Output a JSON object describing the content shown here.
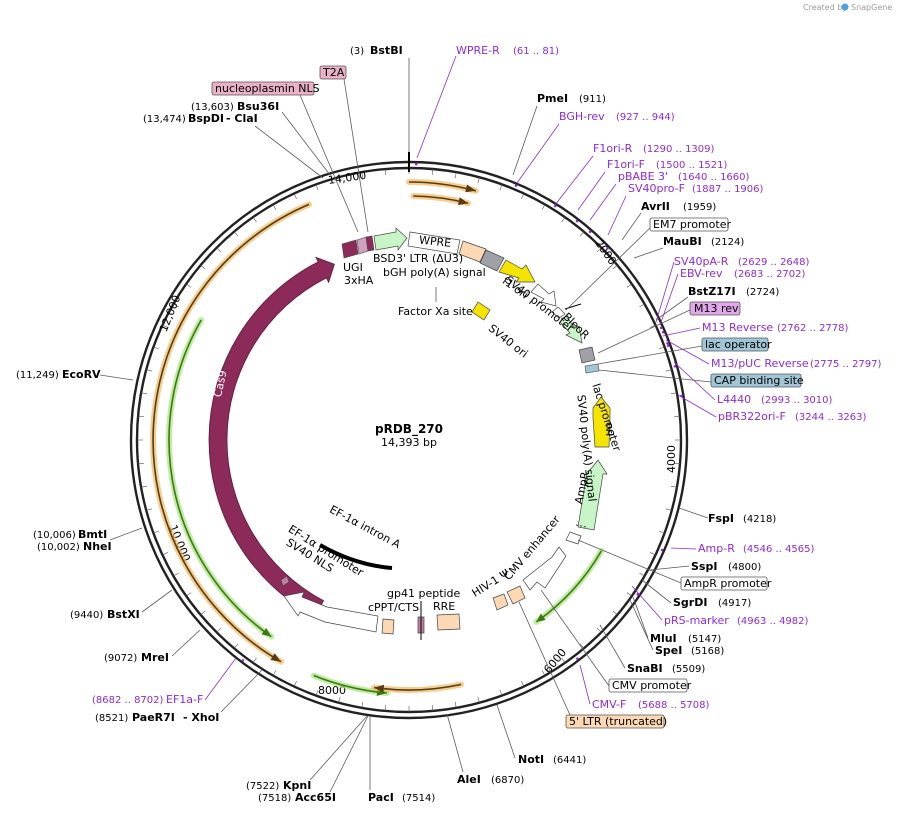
{
  "credit": {
    "prefix": "Created by",
    "brand": "SnapGene"
  },
  "plasmid": {
    "name": "pRDB_270",
    "size": "14,393 bp"
  },
  "colors": {
    "restriction": "#000000",
    "primer": "#8d2bd0",
    "cas9": "#8c2a5a",
    "orf_border": "#e8a33a",
    "ori": "#f5e400",
    "green_marker": "#c8f5c8",
    "promoter_fill": "#ffffff",
    "ltr": "#fcd8b4",
    "lac": "#9fc5d6",
    "m13": "#e0a8e8",
    "t2a": "#e9b0c8"
  },
  "ticks": [
    "14,000",
    "2000",
    "4000",
    "6000",
    "8000",
    "10,000",
    "12,000"
  ],
  "sites": [
    {
      "name": "BstBI",
      "coord": "(3)"
    },
    {
      "name": "PmeI",
      "coord": "(911)"
    },
    {
      "name": "AvrII",
      "coord": "(1959)"
    },
    {
      "name": "MauBI",
      "coord": "(2124)"
    },
    {
      "name": "BstZ17I",
      "coord": "(2724)"
    },
    {
      "name": "FspI",
      "coord": "(4218)"
    },
    {
      "name": "SspI",
      "coord": "(4800)"
    },
    {
      "name": "SgrDI",
      "coord": "(4917)"
    },
    {
      "name": "MluI",
      "coord": "(5147)"
    },
    {
      "name": "SpeI",
      "coord": "(5168)"
    },
    {
      "name": "SnaBI",
      "coord": "(5509)"
    },
    {
      "name": "NotI",
      "coord": "(6441)"
    },
    {
      "name": "AleI",
      "coord": "(6870)"
    },
    {
      "name": "PacI",
      "coord": "(7514)"
    },
    {
      "name": "Acc65I",
      "coord": "(7518)"
    },
    {
      "name": "KpnI",
      "coord": "(7522)"
    },
    {
      "name": "PaeR7I",
      "coord": "(8521)"
    },
    {
      "name": "XhoI",
      "coord": ""
    },
    {
      "name": "MreI",
      "coord": "(9072)"
    },
    {
      "name": "BstXI",
      "coord": "(9440)"
    },
    {
      "name": "NheI",
      "coord": "(10,002)"
    },
    {
      "name": "BmtI",
      "coord": "(10,006)"
    },
    {
      "name": "EcoRV",
      "coord": "(11,249)"
    },
    {
      "name": "BspDI",
      "coord": "(13,474)"
    },
    {
      "name": "ClaI",
      "coord": ""
    },
    {
      "name": "Bsu36I",
      "coord": "(13,603)"
    }
  ],
  "primers": [
    {
      "name": "WPRE-R",
      "coord": "(61 .. 81)"
    },
    {
      "name": "BGH-rev",
      "coord": "(927 .. 944)"
    },
    {
      "name": "F1ori-R",
      "coord": "(1290 .. 1309)"
    },
    {
      "name": "F1ori-F",
      "coord": "(1500 .. 1521)"
    },
    {
      "name": "pBABE 3'",
      "coord": "(1640 .. 1660)"
    },
    {
      "name": "SV40pro-F",
      "coord": "(1887 .. 1906)"
    },
    {
      "name": "SV40pA-R",
      "coord": "(2629 .. 2648)"
    },
    {
      "name": "EBV-rev",
      "coord": "(2683 .. 2702)"
    },
    {
      "name": "M13 Reverse",
      "coord": "(2762 .. 2778)"
    },
    {
      "name": "M13/pUC Reverse",
      "coord": "(2775 .. 2797)"
    },
    {
      "name": "L4440",
      "coord": "(2993 .. 3010)"
    },
    {
      "name": "pBR322ori-F",
      "coord": "(3244 .. 3263)"
    },
    {
      "name": "Amp-R",
      "coord": "(4546 .. 4565)"
    },
    {
      "name": "pRS-marker",
      "coord": "(4963 .. 4982)"
    },
    {
      "name": "CMV-F",
      "coord": "(5688 .. 5708)"
    },
    {
      "name": "EF1a-F",
      "coord": "(8682 .. 8702)"
    }
  ],
  "boxed_features": {
    "t2a": "T2A",
    "nucleoplasmin": "nucleoplasmin NLS",
    "em7": "EM7 promoter",
    "m13rev": "M13 rev",
    "lac_operator": "lac operator",
    "cap": "CAP binding site",
    "ampr_promoter": "AmpR promoter",
    "cmv_promoter": "CMV promoter",
    "ltr_trunc": "5' LTR (truncated)"
  },
  "features": {
    "wpre": "WPRE",
    "ugi": "UGI",
    "bsd": "BSD",
    "ha3": "3xHA",
    "ltr3": "3' LTR (ΔU3)",
    "bgh": "bGH poly(A) signal",
    "f1ori": "f1 ori",
    "sv40prom": "SV40 promoter",
    "bleor": "BleoR",
    "factorxa": "Factor Xa site",
    "sv40ori": "SV40 ori",
    "lacprom": "lac promoter",
    "sv40pa": "SV40 poly(A) signal",
    "ori": "ori",
    "ampr": "AmpR",
    "cmvenh": "CMV enhancer",
    "hiv": "HIV-1 Ψ",
    "rre": "RRE",
    "gp41": "gp41 peptide",
    "cppt": "cPPT/CTS",
    "ef1a_intron": "EF-1α intron A",
    "ef1a_prom": "EF-1α promoter",
    "sv40nls": "SV40 NLS",
    "cas9": "Cas9"
  }
}
